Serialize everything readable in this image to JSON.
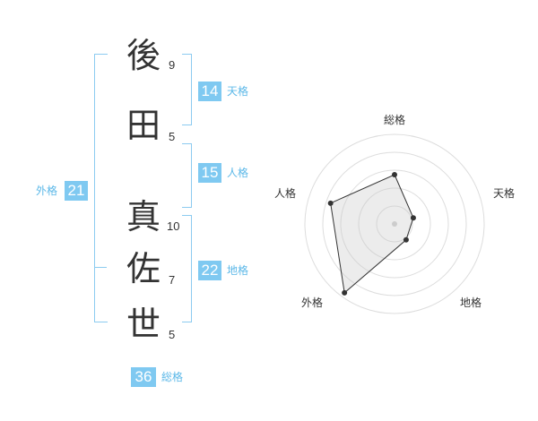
{
  "name_chars": [
    {
      "char": "後",
      "strokes": "9"
    },
    {
      "char": "田",
      "strokes": "5"
    },
    {
      "char": "真",
      "strokes": "10"
    },
    {
      "char": "佐",
      "strokes": "7"
    },
    {
      "char": "世",
      "strokes": "5"
    }
  ],
  "kakusu": {
    "tenkaku": {
      "value": "14",
      "label": "天格"
    },
    "jinkaku": {
      "value": "15",
      "label": "人格"
    },
    "chikaku": {
      "value": "22",
      "label": "地格"
    },
    "gaikaku": {
      "value": "21",
      "label": "外格"
    },
    "soukaku": {
      "value": "36",
      "label": "総格"
    }
  },
  "colors": {
    "accent": "#7fc9f1",
    "bracket": "#8ccbf0",
    "label": "#5cb8e8"
  },
  "chart_data": {
    "type": "radar",
    "axes": [
      "総格",
      "天格",
      "地格",
      "外格",
      "人格"
    ],
    "values": [
      0.55,
      0.22,
      0.22,
      0.95,
      0.75
    ],
    "rings": 5,
    "range": [
      0,
      1
    ]
  }
}
